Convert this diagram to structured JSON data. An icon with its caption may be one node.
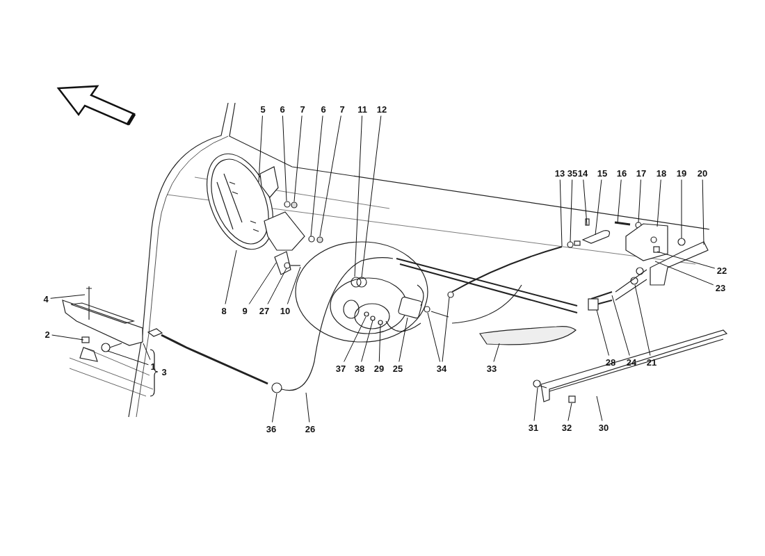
{
  "diagram": {
    "nodes": [
      {
        "text": [
          "4"
        ]
      },
      {
        "text": [
          "2"
        ]
      },
      {
        "text": [
          "1"
        ]
      },
      {
        "text": [
          "5"
        ]
      },
      {
        "text": [
          "6"
        ]
      },
      {
        "text": [
          "7"
        ]
      },
      {
        "text": [
          "6"
        ]
      },
      {
        "text": [
          "7"
        ]
      },
      {
        "text": [
          "11"
        ]
      },
      {
        "text": [
          "12"
        ]
      },
      {
        "text": [
          "8"
        ]
      },
      {
        "text": [
          "9"
        ]
      },
      {
        "text": [
          "27"
        ]
      },
      {
        "text": [
          "10"
        ]
      },
      {
        "text": [
          "13"
        ]
      },
      {
        "text": [
          "35"
        ]
      },
      {
        "text": [
          "14"
        ]
      },
      {
        "text": [
          "15"
        ]
      },
      {
        "text": [
          "16"
        ]
      },
      {
        "text": [
          "17"
        ]
      },
      {
        "text": [
          "18"
        ]
      },
      {
        "text": [
          "19"
        ]
      },
      {
        "text": [
          "20"
        ]
      },
      {
        "text": [
          "22"
        ]
      },
      {
        "text": [
          "23"
        ]
      },
      {
        "text": [
          "37"
        ]
      },
      {
        "text": [
          "38"
        ]
      },
      {
        "text": [
          "29"
        ]
      },
      {
        "text": [
          "25"
        ]
      },
      {
        "text": [
          "34"
        ]
      },
      {
        "text": [
          "33"
        ]
      },
      {
        "text": [
          "28"
        ]
      },
      {
        "text": [
          "24"
        ]
      },
      {
        "text": [
          "21"
        ]
      },
      {
        "text": [
          "36"
        ]
      },
      {
        "text": [
          "26"
        ]
      },
      {
        "text": [
          "31"
        ]
      },
      {
        "text": [
          "32"
        ]
      },
      {
        "text": [
          "30"
        ]
      }
    ],
    "edges": [
      {
        "from": 0,
        "to": null,
        "arrow": "none"
      },
      {
        "from": 1,
        "to": null,
        "arrow": "none"
      },
      {
        "from": 2,
        "to": null,
        "arrow": "none"
      },
      {
        "from": 2,
        "to": null,
        "arrow": "none"
      },
      {
        "from": 3,
        "to": null,
        "arrow": "none"
      },
      {
        "from": 4,
        "to": null,
        "arrow": "none"
      },
      {
        "from": 5,
        "to": null,
        "arrow": "none"
      },
      {
        "from": 6,
        "to": null,
        "arrow": "none"
      },
      {
        "from": 7,
        "to": null,
        "arrow": "none"
      },
      {
        "from": 8,
        "to": null,
        "arrow": "none"
      },
      {
        "from": 9,
        "to": null,
        "arrow": "none"
      },
      {
        "from": 10,
        "to": null,
        "arrow": "none"
      },
      {
        "from": 11,
        "to": null,
        "arrow": "none"
      },
      {
        "from": 12,
        "to": null,
        "arrow": "none"
      },
      {
        "from": 13,
        "to": null,
        "arrow": "none"
      },
      {
        "from": 14,
        "to": null,
        "arrow": "none"
      },
      {
        "from": 15,
        "to": null,
        "arrow": "none"
      },
      {
        "from": 16,
        "to": null,
        "arrow": "none"
      },
      {
        "from": 17,
        "to": null,
        "arrow": "none"
      },
      {
        "from": 18,
        "to": null,
        "arrow": "none"
      },
      {
        "from": 19,
        "to": null,
        "arrow": "none"
      },
      {
        "from": 20,
        "to": null,
        "arrow": "none"
      },
      {
        "from": 21,
        "to": null,
        "arrow": "none"
      },
      {
        "from": 22,
        "to": null,
        "arrow": "none"
      },
      {
        "from": 23,
        "to": null,
        "arrow": "none"
      },
      {
        "from": 24,
        "to": null,
        "arrow": "none"
      },
      {
        "from": 25,
        "to": null,
        "arrow": "none"
      },
      {
        "from": 26,
        "to": null,
        "arrow": "none"
      },
      {
        "from": 27,
        "to": null,
        "arrow": "none"
      },
      {
        "from": 28,
        "to": null,
        "arrow": "none"
      },
      {
        "from": 29,
        "to": null,
        "arrow": "none"
      },
      {
        "from": 29,
        "to": null,
        "arrow": "none"
      },
      {
        "from": 30,
        "to": null,
        "arrow": "none"
      },
      {
        "from": 31,
        "to": null,
        "arrow": "none"
      },
      {
        "from": 32,
        "to": null,
        "arrow": "none"
      },
      {
        "from": 33,
        "to": null,
        "arrow": "none"
      },
      {
        "from": 34,
        "to": null,
        "arrow": "none"
      },
      {
        "from": 35,
        "to": null,
        "arrow": "none"
      },
      {
        "from": 36,
        "to": null,
        "arrow": "none"
      },
      {
        "from": 37,
        "to": null,
        "arrow": "none"
      },
      {
        "from": 38,
        "to": null,
        "arrow": "none"
      }
    ],
    "labels": [
      "3"
    ]
  }
}
